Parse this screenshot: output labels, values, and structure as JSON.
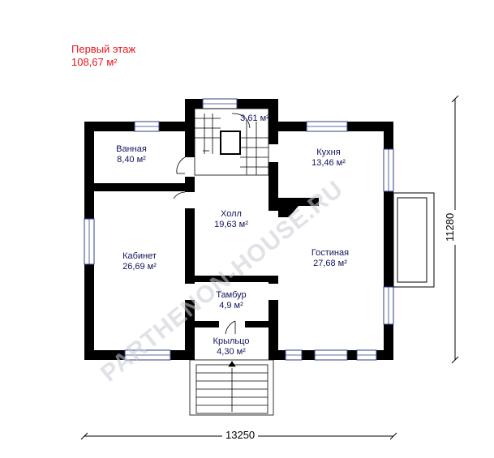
{
  "header": {
    "title": "Первый этаж",
    "area": "108,67 м²"
  },
  "rooms": [
    {
      "name": "Ванная",
      "area": "8,40 м²"
    },
    {
      "name": "",
      "area": "3,61 м²"
    },
    {
      "name": "Кухня",
      "area": "13,46 м²"
    },
    {
      "name": "Холл",
      "area": "19,63 м²"
    },
    {
      "name": "Кабинет",
      "area": "26,69 м²"
    },
    {
      "name": "Гостиная",
      "area": "27,68 м²"
    },
    {
      "name": "Тамбур",
      "area": "4,9 м²"
    },
    {
      "name": "Крыльцо",
      "area": "4,30 м²"
    }
  ],
  "dimensions": {
    "width": "13250",
    "height": "11280"
  },
  "watermark": "PARTHENON-HOUSE.RU",
  "colors": {
    "wall": "#000000",
    "title": "#e8141c",
    "room_text": "#10155a",
    "window": "#2f3f86",
    "watermark": "#c9ccd6"
  }
}
